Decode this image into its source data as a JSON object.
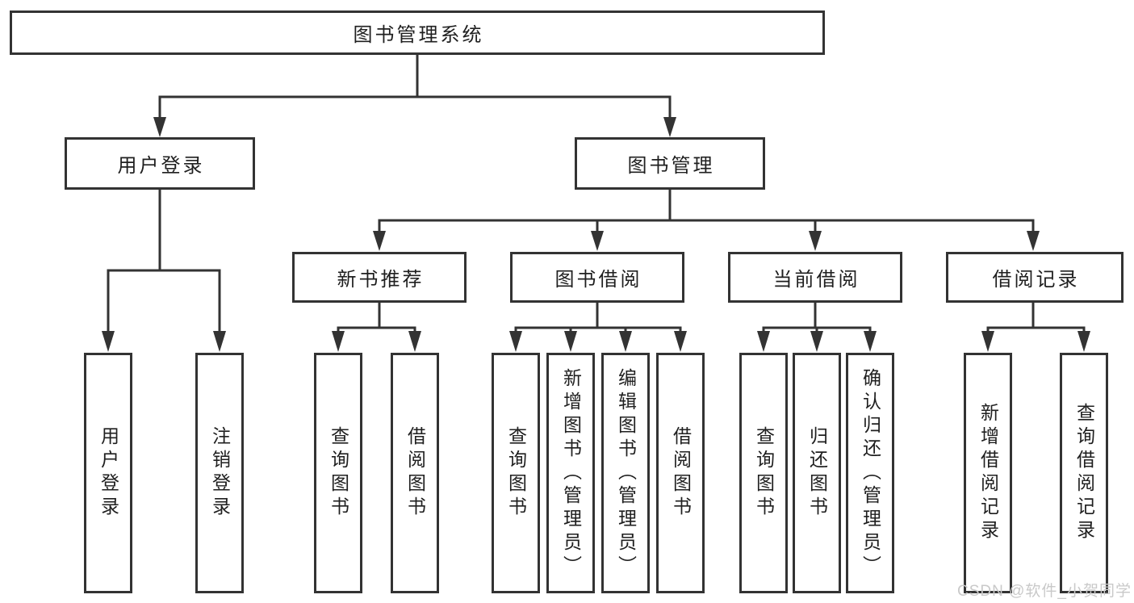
{
  "colors": {
    "background": "#ffffff",
    "line": "#333333",
    "box_border": "#333333",
    "box_fill": "#ffffff",
    "text": "#1f1f1f",
    "watermark": "#c9c9c9"
  },
  "tree": {
    "root": {
      "label": "图书管理系统"
    },
    "level2": [
      {
        "label": "用户登录",
        "children": [
          {
            "label": "用户登录"
          },
          {
            "label": "注销登录"
          }
        ]
      },
      {
        "label": "图书管理",
        "children": [
          {
            "label": "新书推荐",
            "children": [
              {
                "label": "查询图书"
              },
              {
                "label": "借阅图书"
              }
            ]
          },
          {
            "label": "图书借阅",
            "children": [
              {
                "label": "查询图书"
              },
              {
                "label": "新增图书（管理员）"
              },
              {
                "label": "编辑图书（管理员）"
              },
              {
                "label": "借阅图书"
              }
            ]
          },
          {
            "label": "当前借阅",
            "children": [
              {
                "label": "查询图书"
              },
              {
                "label": "归还图书"
              },
              {
                "label": "确认归还（管理员）"
              }
            ]
          },
          {
            "label": "借阅记录",
            "children": [
              {
                "label": "新增借阅记录"
              },
              {
                "label": "查询借阅记录"
              }
            ]
          }
        ]
      }
    ]
  },
  "watermark": {
    "text": "CSDN @软件_小贺同学"
  }
}
